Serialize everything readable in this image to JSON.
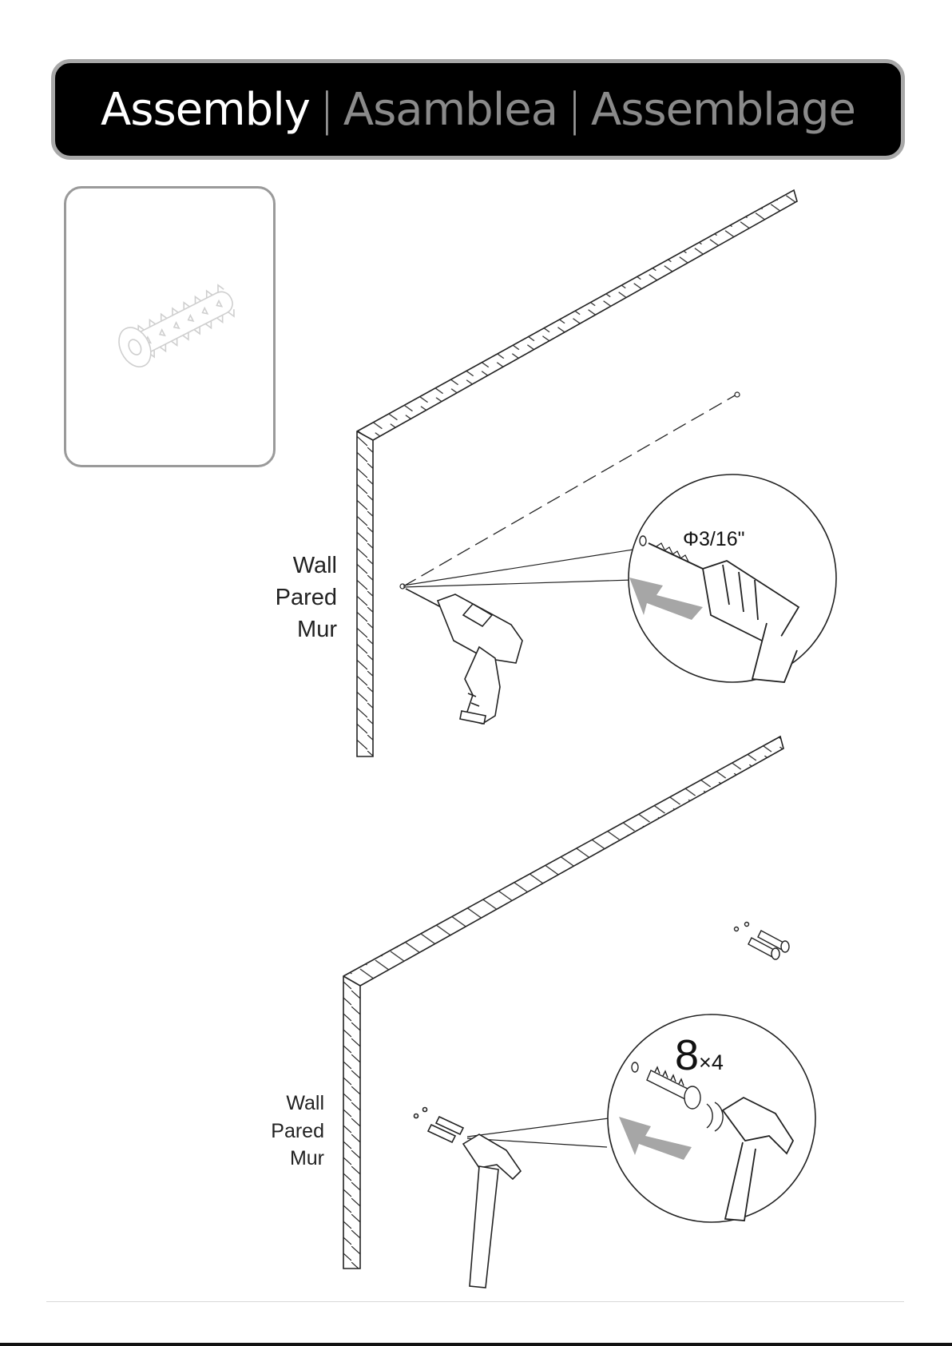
{
  "header": {
    "title_en": "Assembly",
    "separator": "|",
    "title_es": "Asamblea",
    "title_fr": "Assemblage"
  },
  "step_drill": {
    "wall_label": [
      "Wall",
      "Pared",
      "Mur"
    ],
    "drill_bit_size": "Φ3/16\""
  },
  "step_anchor": {
    "wall_label": [
      "Wall",
      "Pared",
      "Mur"
    ],
    "anchor_count": "8",
    "anchor_multiplier": "×4"
  },
  "icons": [
    "wall-anchor-icon",
    "drill-icon",
    "hammer-icon",
    "arrow-icon",
    "wall-icon"
  ]
}
